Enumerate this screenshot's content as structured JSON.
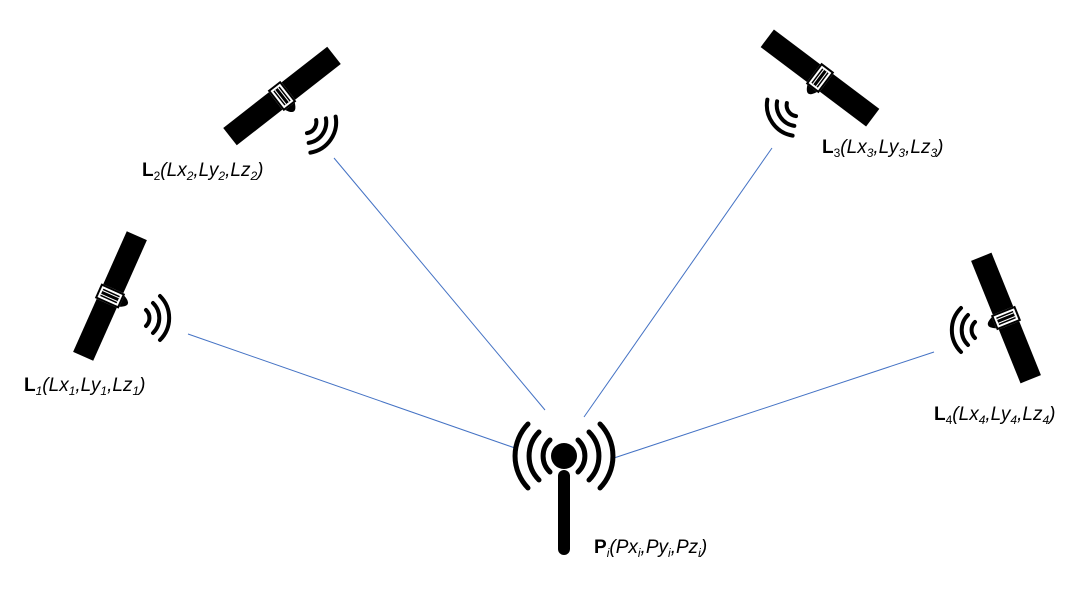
{
  "diagram": {
    "line_color": "#4472c4",
    "ink_color": "#000000",
    "satellites": [
      {
        "id": "L1",
        "letter": "L",
        "index": "1",
        "open": "(",
        "close": ")",
        "comma": ",",
        "x_name": "Lx",
        "y_name": "Ly",
        "z_name": "Lz",
        "x_sub": "1",
        "y_sub": "1",
        "z_sub": "1",
        "icon": "satellite-icon"
      },
      {
        "id": "L2",
        "letter": "L",
        "index": "2",
        "open": "(",
        "close": ")",
        "comma": ",",
        "x_name": "Lx",
        "y_name": "Ly",
        "z_name": "Lz",
        "x_sub": "2",
        "y_sub": "2",
        "z_sub": "2",
        "icon": "satellite-icon"
      },
      {
        "id": "L3",
        "letter": "L",
        "index": "3",
        "open": "(",
        "close": ")",
        "comma": ",",
        "x_name": "Lx",
        "y_name": "Ly",
        "z_name": "Lz",
        "x_sub": "3",
        "y_sub": "3",
        "z_sub": "3",
        "icon": "satellite-icon"
      },
      {
        "id": "L4",
        "letter": "L",
        "index": "4",
        "open": "(",
        "close": ")",
        "comma": ",",
        "x_name": "Lx",
        "y_name": "Ly",
        "z_name": "Lz",
        "x_sub": "4",
        "y_sub": "4",
        "z_sub": "4",
        "icon": "satellite-icon"
      }
    ],
    "node": {
      "id": "Pi",
      "letter": "P",
      "index": "i",
      "open": "(",
      "close": ")",
      "comma": ",",
      "x_name": "Px",
      "y_name": "Py",
      "z_name": "Pz",
      "x_sub": "i",
      "y_sub": "i",
      "z_sub": "i",
      "icon": "antenna-icon"
    }
  }
}
